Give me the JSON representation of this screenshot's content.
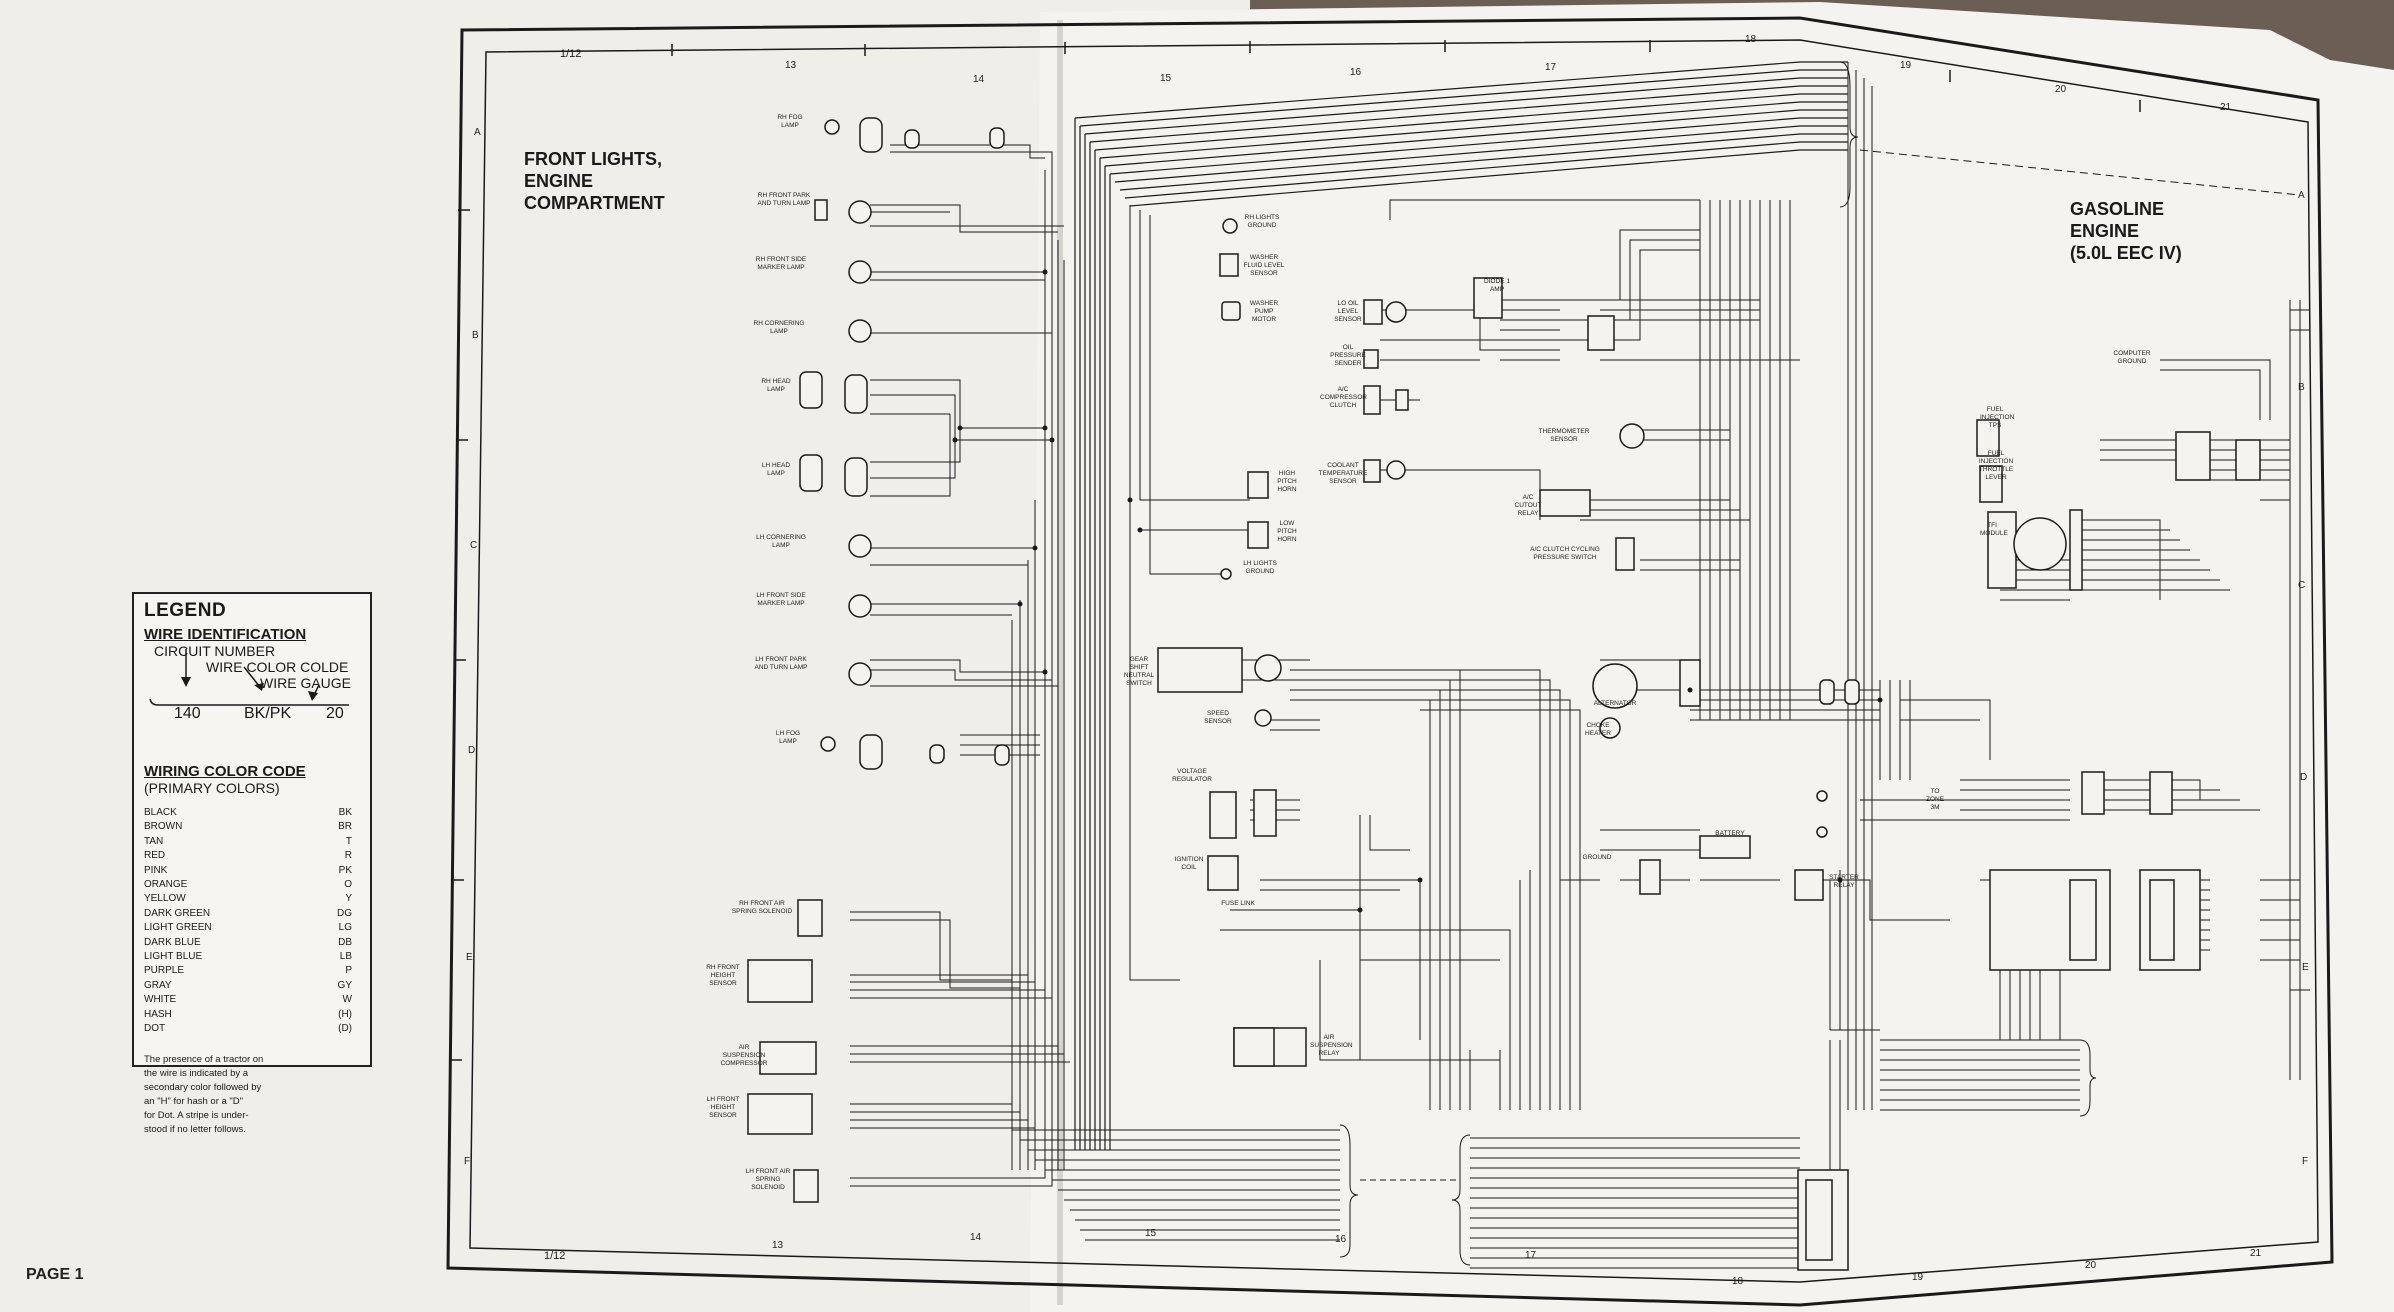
{
  "page_label": "PAGE 1",
  "sheet_ref_top": "1/12",
  "sheet_ref_bottom": "1/12",
  "titles": {
    "left_lines": [
      "FRONT LIGHTS,",
      "ENGINE",
      "COMPARTMENT"
    ],
    "right_lines": [
      "GASOLINE",
      "ENGINE",
      "(5.0L EEC IV)"
    ]
  },
  "grid": {
    "top_numbers": [
      "13",
      "14",
      "15",
      "16",
      "17",
      "18",
      "19",
      "20",
      "21"
    ],
    "bottom_numbers": [
      "13",
      "14",
      "15",
      "16",
      "17",
      "18",
      "19",
      "20",
      "21"
    ],
    "rows_left": [
      "A",
      "B",
      "C",
      "D",
      "E",
      "F"
    ],
    "rows_right": [
      "A",
      "B",
      "C",
      "D",
      "E",
      "F"
    ]
  },
  "legend": {
    "title": "LEGEND",
    "wire_identification": "WIRE IDENTIFICATION",
    "circuit_number": "CIRCUIT NUMBER",
    "wire_color_code_label": "WIRE COLOR COLDE",
    "wire_gauge_label": "WIRE GAUGE",
    "sample_circuit": "140",
    "sample_color": "BK/PK",
    "sample_gauge": "20",
    "wiring_color_code": "WIRING COLOR CODE",
    "primary_colors": "(PRIMARY COLORS)",
    "colors": [
      {
        "name": "BLACK",
        "code": "BK"
      },
      {
        "name": "BROWN",
        "code": "BR"
      },
      {
        "name": "TAN",
        "code": "T"
      },
      {
        "name": "RED",
        "code": "R"
      },
      {
        "name": "PINK",
        "code": "PK"
      },
      {
        "name": "ORANGE",
        "code": "O"
      },
      {
        "name": "YELLOW",
        "code": "Y"
      },
      {
        "name": "DARK GREEN",
        "code": "DG"
      },
      {
        "name": "LIGHT GREEN",
        "code": "LG"
      },
      {
        "name": "DARK BLUE",
        "code": "DB"
      },
      {
        "name": "LIGHT BLUE",
        "code": "LB"
      },
      {
        "name": "PURPLE",
        "code": "P"
      },
      {
        "name": "GRAY",
        "code": "GY"
      },
      {
        "name": "WHITE",
        "code": "W"
      },
      {
        "name": "HASH",
        "code": "(H)"
      },
      {
        "name": "DOT",
        "code": "(D)"
      }
    ],
    "note_lines": [
      "The presence of a tractor on",
      "the wire is indicated by a",
      "secondary color followed by",
      "an \"H\" for hash or a \"D\"",
      "for Dot. A stripe is under-",
      "stood if no letter follows."
    ]
  },
  "components_left": [
    {
      "label": "RH FOG LAMP"
    },
    {
      "label": "RH FRONT PARK AND TURN LAMP"
    },
    {
      "label": "RH FRONT SIDE MARKER LAMP"
    },
    {
      "label": "RH CORNERING LAMP"
    },
    {
      "label": "RH HEAD LAMP"
    },
    {
      "label": "LH HEAD LAMP"
    },
    {
      "label": "LH CORNERING LAMP"
    },
    {
      "label": "LH FRONT SIDE MARKER LAMP"
    },
    {
      "label": "LH FRONT PARK AND TURN LAMP"
    },
    {
      "label": "LH FOG LAMP"
    },
    {
      "label": "RH FRONT AIR SPRING SOLENOID"
    },
    {
      "label": "RH FRONT HEIGHT SENSOR"
    },
    {
      "label": "AIR SUSPENSION COMPRESSOR"
    },
    {
      "label": "LH FRONT HEIGHT SENSOR"
    },
    {
      "label": "LH FRONT AIR SPRING SOLENOID"
    }
  ],
  "components_middle": [
    {
      "label": "RH LIGHTS GROUND"
    },
    {
      "label": "WASHER FLUID LEVEL SENSOR"
    },
    {
      "label": "WASHER PUMP MOTOR"
    },
    {
      "label": "HIGH PITCH HORN"
    },
    {
      "label": "LOW PITCH HORN"
    },
    {
      "label": "LH LIGHTS GROUND"
    },
    {
      "label": "GEAR SHIFT NEUTRAL SWITCH"
    },
    {
      "label": "SPEED SENSOR"
    },
    {
      "label": "VOLTAGE REGULATOR"
    },
    {
      "label": "IGNITION COIL"
    },
    {
      "label": "FUSE LINK"
    },
    {
      "label": "AIR SUSPENSION RELAY"
    },
    {
      "label": "LO OIL LEVEL SENSOR"
    },
    {
      "label": "OIL PRESSURE SENDER"
    },
    {
      "label": "A/C COMPRESSOR CLUTCH"
    },
    {
      "label": "COOLANT TEMPERATURE SENSOR"
    },
    {
      "label": "DIODE 1 AMP"
    },
    {
      "label": "THERMOMETER SENSOR"
    },
    {
      "label": "A/C CUTOUT RELAY"
    },
    {
      "label": "A/C CLUTCH CYCLING PRESSURE SWITCH"
    },
    {
      "label": "ALTERNATOR"
    },
    {
      "label": "CHOKE HEATER"
    },
    {
      "label": "BATTERY"
    },
    {
      "label": "STARTER RELAY"
    },
    {
      "label": "GROUND"
    }
  ],
  "components_right": [
    {
      "label": "COMPUTER GROUND"
    },
    {
      "label": "FUEL INJECTION TPS"
    },
    {
      "label": "FUEL INJECTION THROTTLE LEVER"
    },
    {
      "label": "TFI MODULE"
    },
    {
      "label": "TO ZONE 3M"
    }
  ],
  "colors": {
    "paper": "#f6f5f1",
    "ink": "#1a1a1a",
    "background": "#6b5f55"
  }
}
